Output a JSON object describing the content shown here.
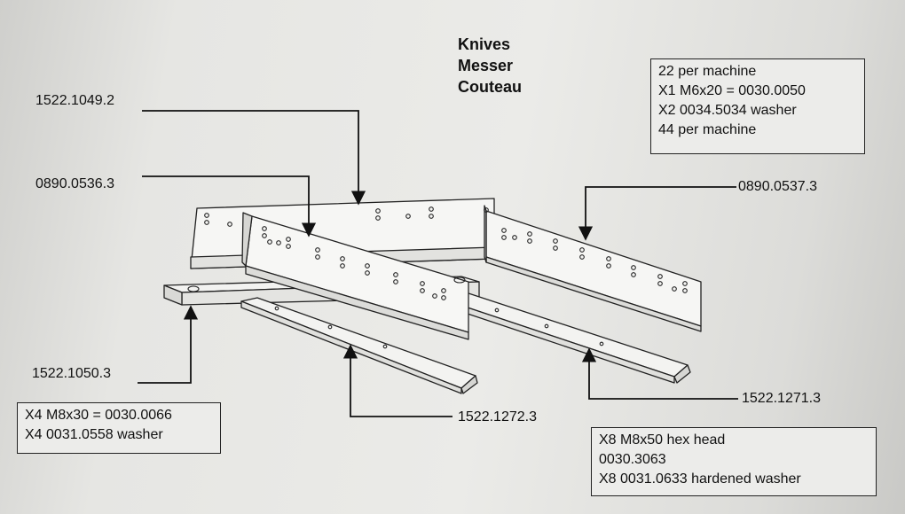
{
  "title": [
    "Knives",
    "Messer",
    "Couteau"
  ],
  "part_labels": {
    "top_knife": "1522.1049.2",
    "left_knife": "0890.0536.3",
    "right_knife": "0890.0537.3",
    "left_rail": "1522.1050.3",
    "middle_rail": "1522.1272.3",
    "right_rail": "1522.1271.3"
  },
  "note_top_right": [
    "22 per machine",
    "X1 M6x20 = 0030.0050",
    "X2  0034.5034 washer",
    "44 per machine"
  ],
  "note_bottom_left": [
    "X4  M8x30 = 0030.0066",
    "X4  0031.0558 washer"
  ],
  "note_bottom_right": [
    "X8  M8x50 hex head",
    "0030.3063",
    "X8  0031.0633 hardened washer"
  ]
}
